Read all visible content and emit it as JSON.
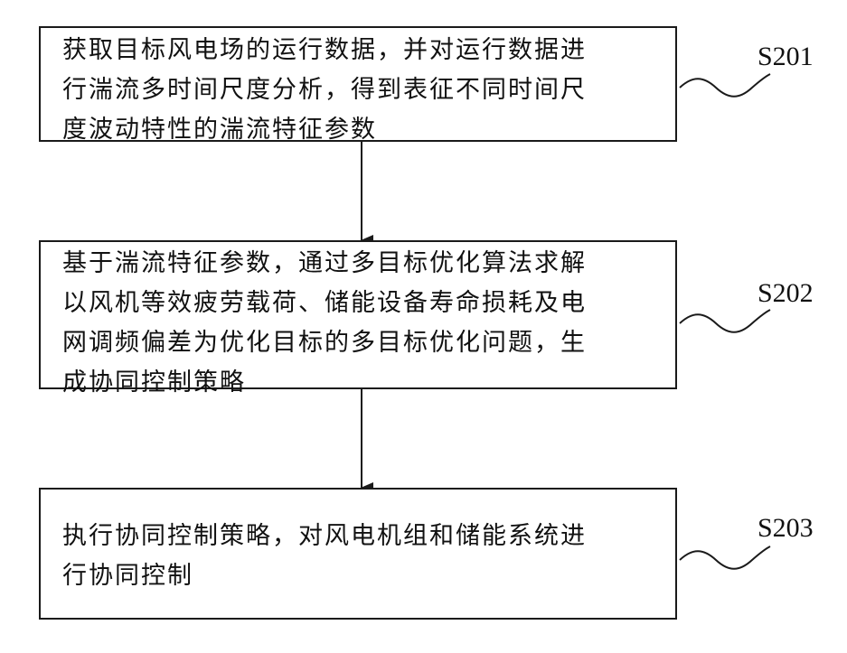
{
  "steps": [
    {
      "id": "S201",
      "lines": [
        "获取目标风电场的运行数据，并对运行数据进",
        "行湍流多时间尺度分析，得到表征不同时间尺",
        "度波动特性的湍流特征参数"
      ]
    },
    {
      "id": "S202",
      "lines": [
        "基于湍流特征参数，通过多目标优化算法求解",
        "以风机等效疲劳载荷、储能设备寿命损耗及电",
        "网调频偏差为优化目标的多目标优化问题，生",
        "成协同控制策略"
      ]
    },
    {
      "id": "S203",
      "lines": [
        "执行协同控制策略，对风电机组和储能系统进",
        "行协同控制"
      ]
    }
  ]
}
